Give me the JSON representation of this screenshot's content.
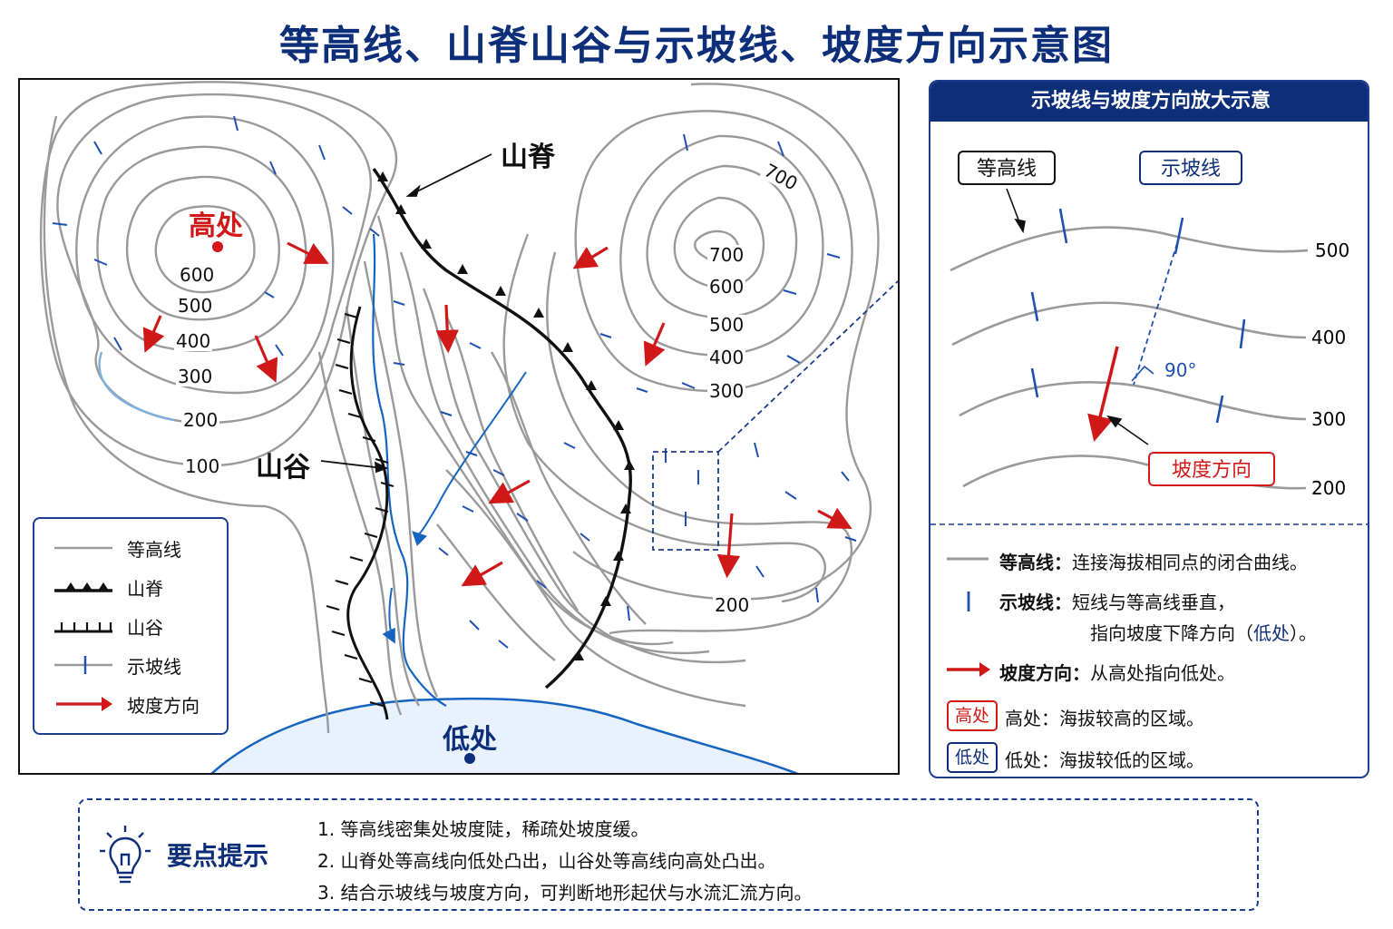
{
  "title": "等高线、山脊山谷与示坡线、坡度方向示意图",
  "map": {
    "high_label": "高处",
    "low_label": "低处",
    "ridge_label": "山脊",
    "valley_label": "山谷",
    "contour_labels": [
      "600",
      "500",
      "400",
      "300",
      "200",
      "100",
      "700",
      "700",
      "600",
      "500",
      "400",
      "300",
      "200"
    ]
  },
  "legend": {
    "items": [
      "等高线",
      "山脊",
      "山谷",
      "示坡线",
      "坡度方向"
    ]
  },
  "panel": {
    "title": "示坡线与坡度方向放大示意",
    "tag_contour": "等高线",
    "tag_slope_line": "示坡线",
    "tag_slope_dir": "坡度方向",
    "angle": "90°",
    "levels": [
      "500",
      "400",
      "300",
      "200"
    ],
    "desc": {
      "contour_term": "等高线：",
      "contour_text": "连接海拔相同点的闭合曲线。",
      "slope_line_term": "示坡线：",
      "slope_line_text1": "短线与等高线垂直，",
      "slope_line_text2a": "指向坡度下降方向（",
      "slope_line_low": "低处",
      "slope_line_text2b": "）。",
      "slope_dir_term": "坡度方向：",
      "slope_dir_text": "从高处指向低处。",
      "high_chip": "高处",
      "high_text": "高处：海拔较高的区域。",
      "low_chip": "低处",
      "low_text": "低处：海拔较低的区域。"
    }
  },
  "tips": {
    "heading": "要点提示",
    "items": [
      "1. 等高线密集处坡度陡，稀疏处坡度缓。",
      "2. 山脊处等高线向低处凸出，山谷处等高线向高处凸出。",
      "3. 结合示坡线与坡度方向，可判断地形起伏与水流汇流方向。"
    ]
  },
  "colors": {
    "navy": "#0d2f7a",
    "contour": "#9a9a9a",
    "slope_line": "#1f4fb0",
    "arrow": "#d01818",
    "water": "#1565c0",
    "lake_fill": "#e8f1fc"
  }
}
